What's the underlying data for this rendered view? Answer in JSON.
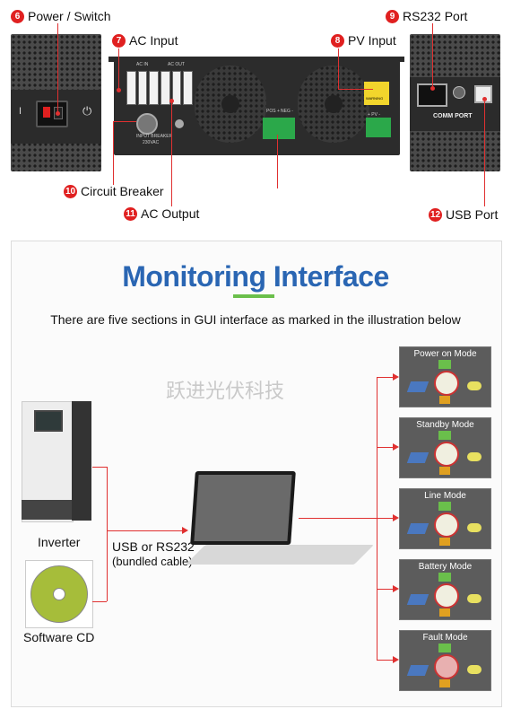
{
  "top_labels": {
    "power_switch": {
      "num": "6",
      "text": "Power / Switch"
    },
    "ac_input": {
      "num": "7",
      "text": "AC Input"
    },
    "pv_input": {
      "num": "8",
      "text": "PV Input"
    },
    "rs232_port": {
      "num": "9",
      "text": "RS232 Port"
    },
    "circuit_breaker": {
      "num": "10",
      "text": "Circuit Breaker"
    },
    "ac_output": {
      "num": "11",
      "text": "AC Output"
    },
    "usb_port": {
      "num": "12",
      "text": "USB Port"
    }
  },
  "device_marks": {
    "ac_in": "AC IN",
    "ac_out": "AC OUT",
    "breaker": "INPUT BREAKER",
    "breaker_sub": "230VAC",
    "pos": "POS +",
    "neg": "NEG -",
    "warning": "WARNING",
    "pv_pol": "+ PV -",
    "comm_port": "COMM PORT",
    "switch_off": "I",
    "switch_symbol": "⏻"
  },
  "section": {
    "title": "Monitoring Interface",
    "subtitle": "There are five sections in GUI interface as marked in the illustration below",
    "watermark": "跃进光伏科技"
  },
  "devices": {
    "inverter_label": "Inverter",
    "cd_label": "Software CD",
    "cable_label_1": "USB or RS232",
    "cable_label_2": "(bundled cable)"
  },
  "modes": [
    "Power on Mode",
    "Standby Mode",
    "Line Mode",
    "Battery Mode",
    "Fault Mode"
  ],
  "colors": {
    "badge": "#e02020",
    "connector_line": "#e03030",
    "title_blue": "#2a66b3"
  }
}
